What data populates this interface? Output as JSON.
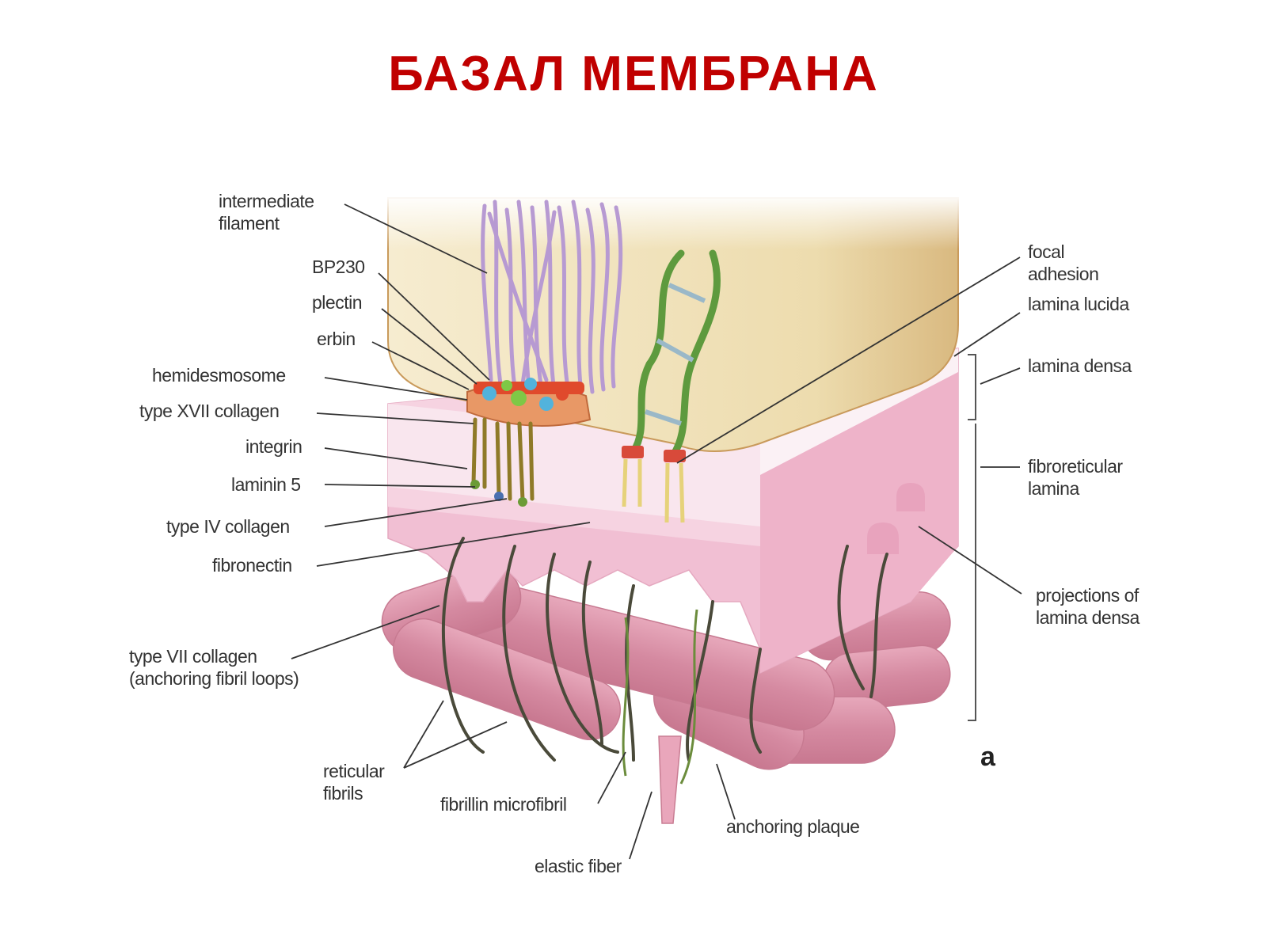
{
  "title": "БАЗАЛ МЕМБРАНА",
  "colors": {
    "title": "#c00000",
    "cell": "#ead9a6",
    "membrane": "#f1bfd3",
    "lamina_lucida": "#f9ecf2",
    "fibril": "#d9899e",
    "filament": "#b79ad2",
    "leader": "#333333"
  },
  "labels": {
    "intermediate_filament": "intermediate\nfilament",
    "bp230": "BP230",
    "plectin": "plectin",
    "erbin": "erbin",
    "hemidesmosome": "hemidesmosome",
    "type_xvii_collagen": "type XVII collagen",
    "integrin": "integrin",
    "laminin_5": "laminin 5",
    "type_iv_collagen": "type IV collagen",
    "fibronectin": "fibronectin",
    "type_vii_collagen": "type VII collagen\n(anchoring fibril loops)",
    "reticular_fibrils": "reticular\nfibrils",
    "fibrillin_microfibril": "fibrillin microfibril",
    "elastic_fiber": "elastic fiber",
    "anchoring_plaque": "anchoring plaque",
    "focal_adhesion": "focal\nadhesion",
    "lamina_lucida": "lamina lucida",
    "lamina_densa": "lamina densa",
    "fibroreticular_lamina": "fibroreticular\nlamina",
    "projections_of_lamina_densa": "projections of\nlamina densa",
    "panel_letter": "a"
  }
}
